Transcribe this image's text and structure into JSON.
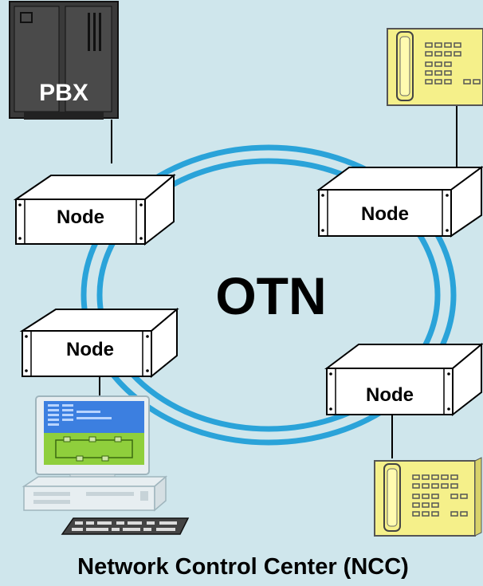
{
  "diagram": {
    "center_label": "OTN",
    "footer_caption": "Network Control Center (NCC)",
    "pbx_label": "PBX",
    "nodes": [
      {
        "id": "node-top-left",
        "label": "Node"
      },
      {
        "id": "node-top-right",
        "label": "Node"
      },
      {
        "id": "node-bottom-left",
        "label": "Node"
      },
      {
        "id": "node-bottom-right",
        "label": "Node"
      }
    ],
    "devices": [
      {
        "type": "pbx",
        "icon": "pbx-cabinet-icon"
      },
      {
        "type": "telephone",
        "icon": "telephone-icon"
      },
      {
        "type": "telephone",
        "icon": "telephone-icon"
      },
      {
        "type": "ncc-workstation",
        "icon": "computer-workstation-icon"
      }
    ],
    "colors": {
      "background": "#cfe6ec",
      "ring": "#2aa3d9",
      "phone": "#f5f08a",
      "pbx": "#3a3a3a",
      "monitor_top": "#3c7fe0",
      "monitor_bottom": "#8fcf3c"
    }
  }
}
